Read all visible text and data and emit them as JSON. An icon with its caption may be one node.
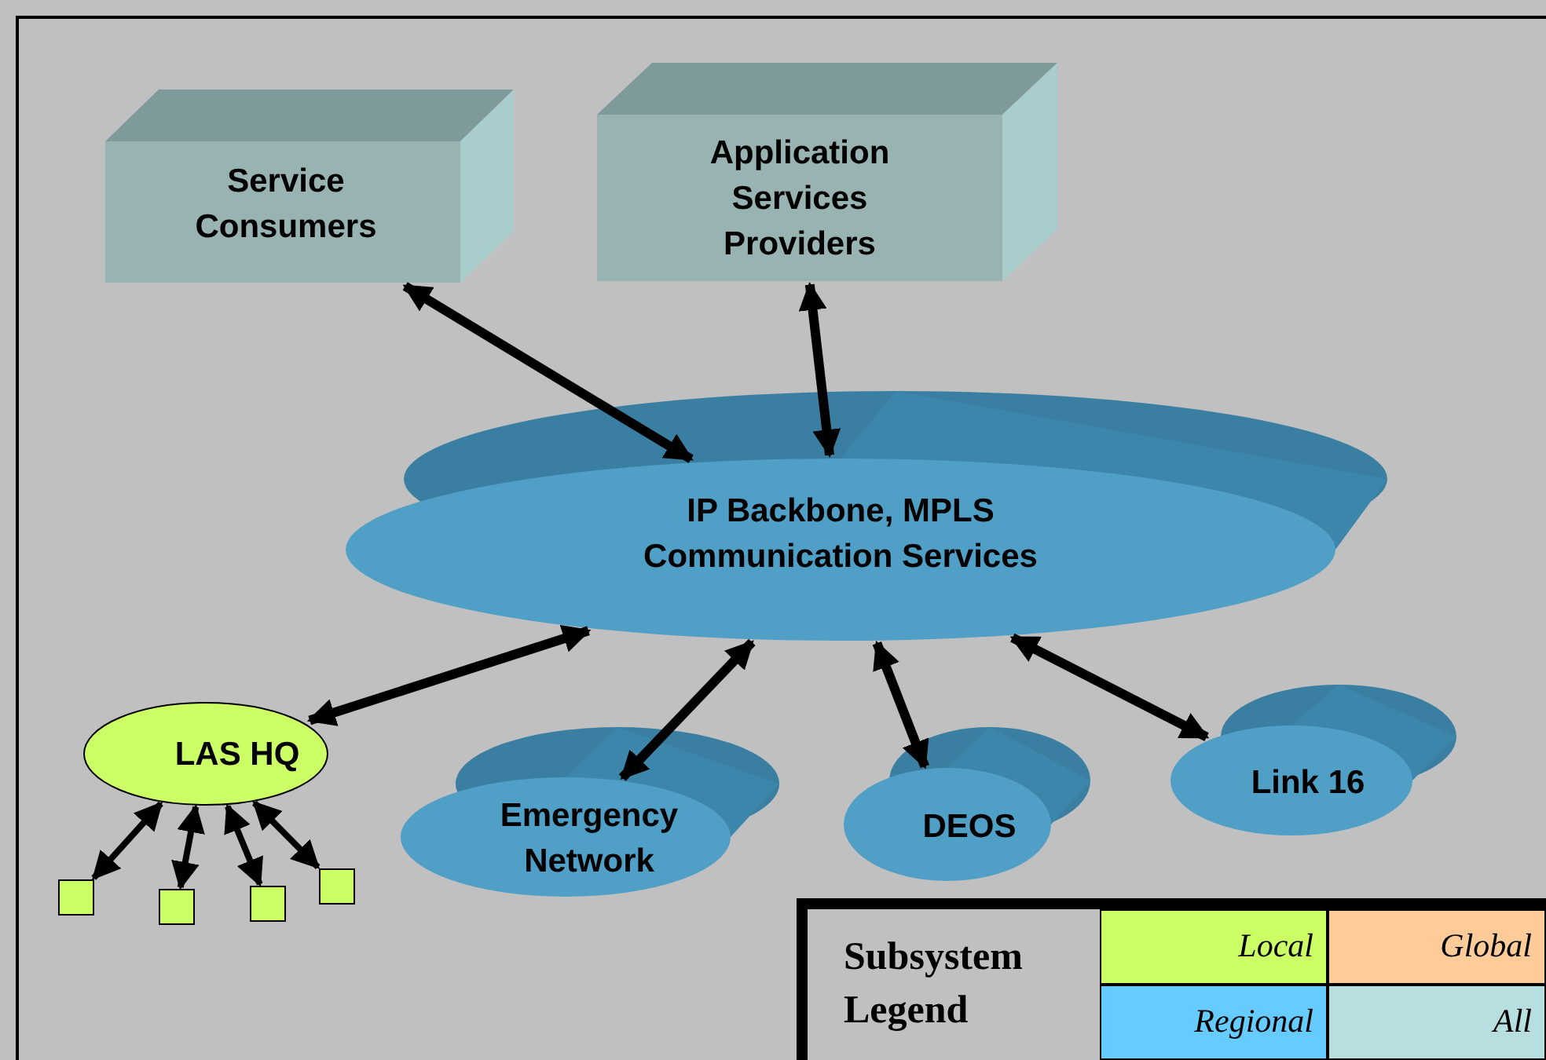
{
  "diagram": {
    "nodes": [
      {
        "text": [
          "Service Consumers"
        ]
      },
      {
        "text": [
          "Application Services Providers"
        ]
      },
      {
        "text": [
          "IP Backbone, MPLS Communication Services"
        ]
      },
      {
        "text": [
          "LAS HQ"
        ]
      },
      {
        "text": [
          "Emergency Network"
        ]
      },
      {
        "text": [
          "DEOS"
        ]
      },
      {
        "text": [
          "Link 16"
        ]
      },
      {
        "text": [],
        "shape": "box"
      },
      {
        "text": [],
        "shape": "box"
      },
      {
        "text": [],
        "shape": "box"
      },
      {
        "text": [],
        "shape": "box"
      }
    ],
    "edges": [
      {
        "from": 0,
        "to": 2,
        "arrow": "both"
      },
      {
        "from": 1,
        "to": 2,
        "arrow": "both"
      },
      {
        "from": 3,
        "to": 2,
        "arrow": "both"
      },
      {
        "from": 2,
        "to": 4,
        "arrow": "both"
      },
      {
        "from": 2,
        "to": 5,
        "arrow": "both"
      },
      {
        "from": 2,
        "to": 6,
        "arrow": "both"
      },
      {
        "from": 3,
        "to": 7,
        "arrow": "both"
      },
      {
        "from": 3,
        "to": 8,
        "arrow": "both"
      },
      {
        "from": 3,
        "to": 9,
        "arrow": "both"
      },
      {
        "from": 3,
        "to": 10,
        "arrow": "both"
      }
    ],
    "labels": [
      "Subsystem Legend"
    ],
    "legend": [
      {
        "text": "Local",
        "color": "#ccff66"
      },
      {
        "text": "Global",
        "color": "#ffcc99"
      },
      {
        "text": "Regional",
        "color": "#66ccff"
      },
      {
        "text": "All",
        "color": "#b8dfe0"
      }
    ]
  }
}
